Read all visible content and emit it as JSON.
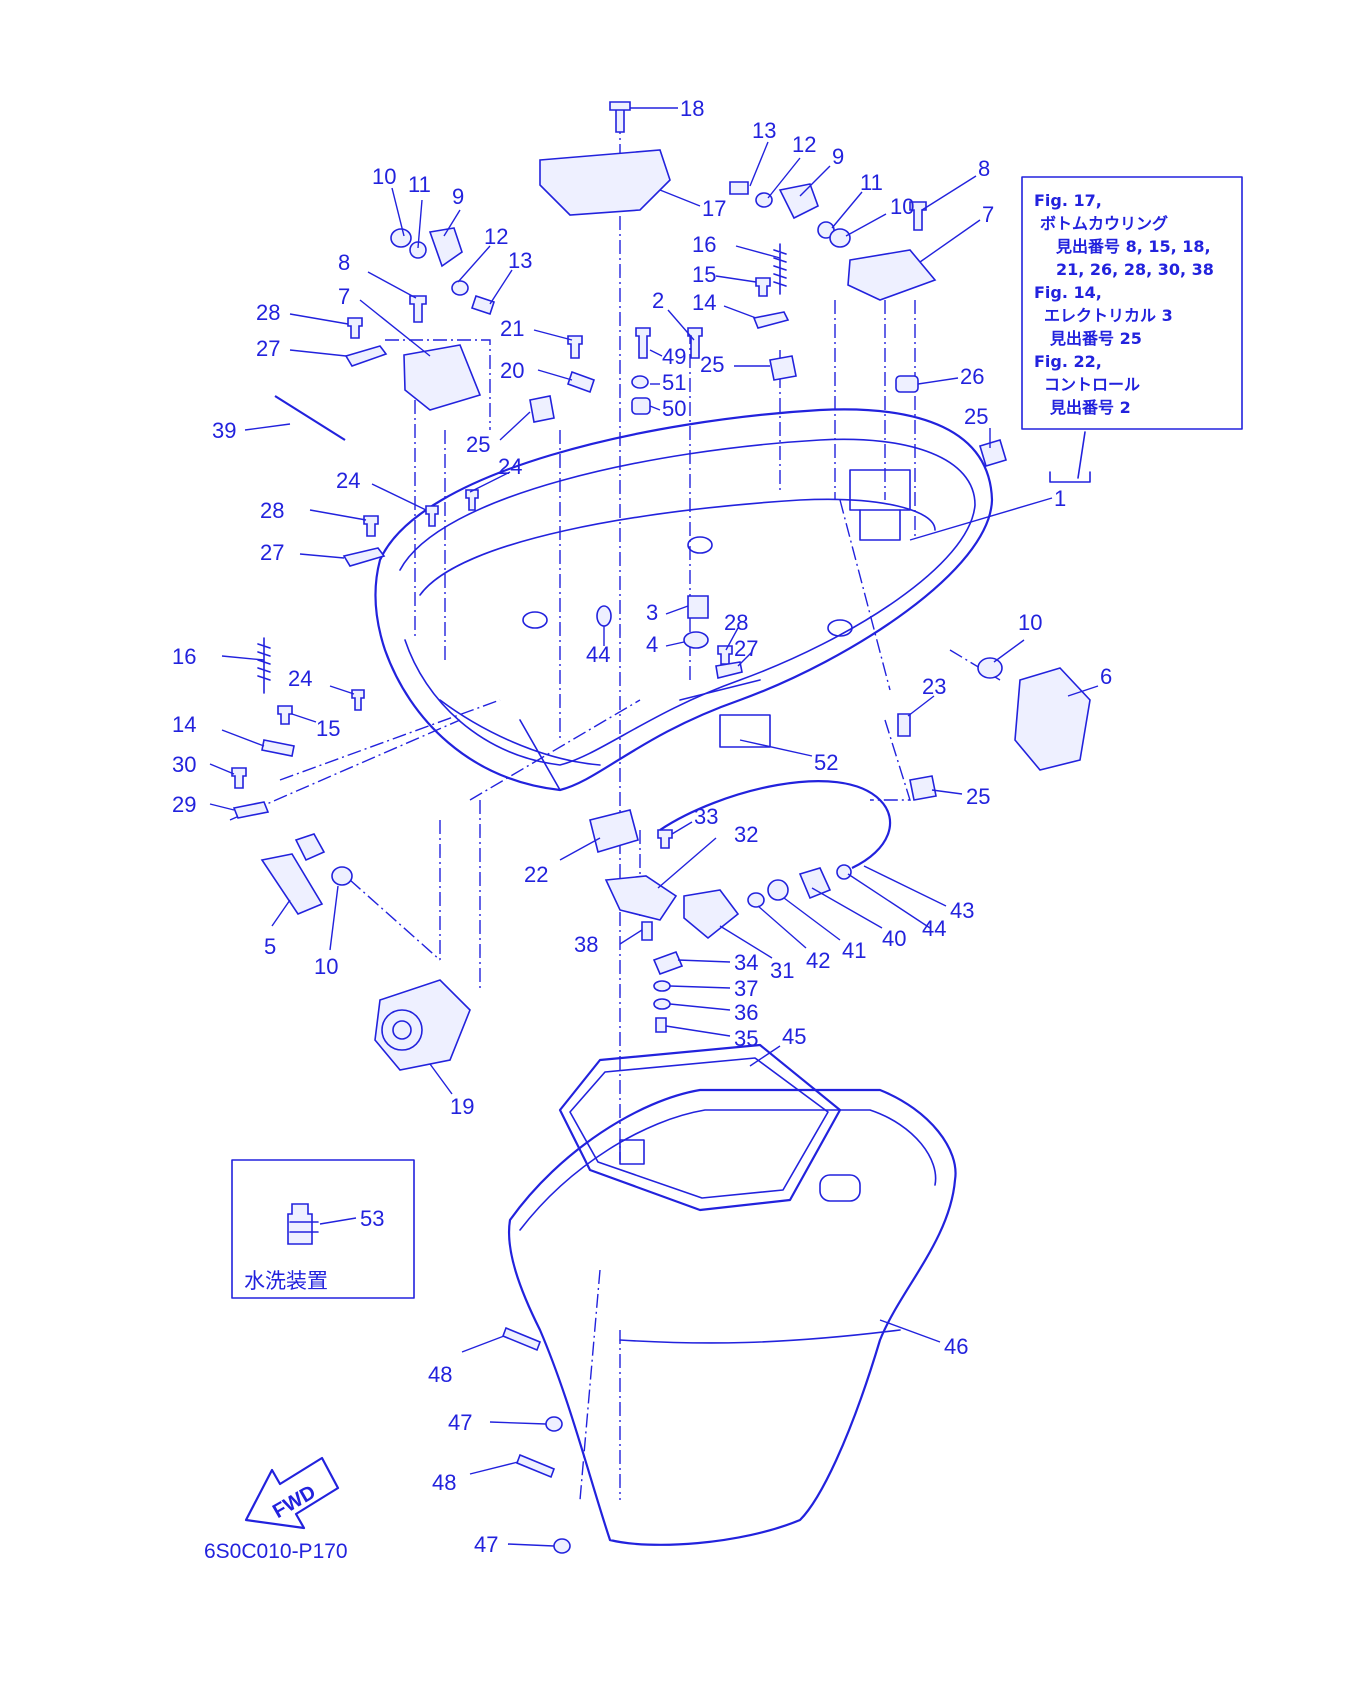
{
  "diagram_code": "6S0C010-P170",
  "fwd_label": "FWD",
  "inset_label": "水洗装置",
  "colors": {
    "ink": "#2222dd",
    "background": "#ffffff"
  },
  "notes": [
    "Fig. 17,",
    "ボトムカウリング",
    "見出番号 8, 15, 18,",
    "21, 26, 28, 30, 38",
    "Fig. 14,",
    "エレクトリカル 3",
    "見出番号 25",
    "Fig. 22,",
    "コントロール",
    "見出番号 2"
  ],
  "callouts": [
    "18",
    "17",
    "13",
    "12",
    "9",
    "11",
    "10",
    "8",
    "7",
    "10",
    "11",
    "9",
    "12",
    "13",
    "8",
    "7",
    "28",
    "27",
    "16",
    "15",
    "14",
    "2",
    "21",
    "49",
    "51",
    "50",
    "20",
    "25",
    "25",
    "26",
    "25",
    "39",
    "24",
    "24",
    "28",
    "27",
    "1",
    "3",
    "28",
    "4",
    "27",
    "44",
    "16",
    "24",
    "15",
    "14",
    "30",
    "29",
    "10",
    "6",
    "23",
    "52",
    "25",
    "22",
    "33",
    "32",
    "5",
    "10",
    "38",
    "31",
    "42",
    "41",
    "40",
    "44",
    "43",
    "34",
    "37",
    "36",
    "35",
    "45",
    "19",
    "53",
    "46",
    "48",
    "47",
    "48",
    "47"
  ]
}
